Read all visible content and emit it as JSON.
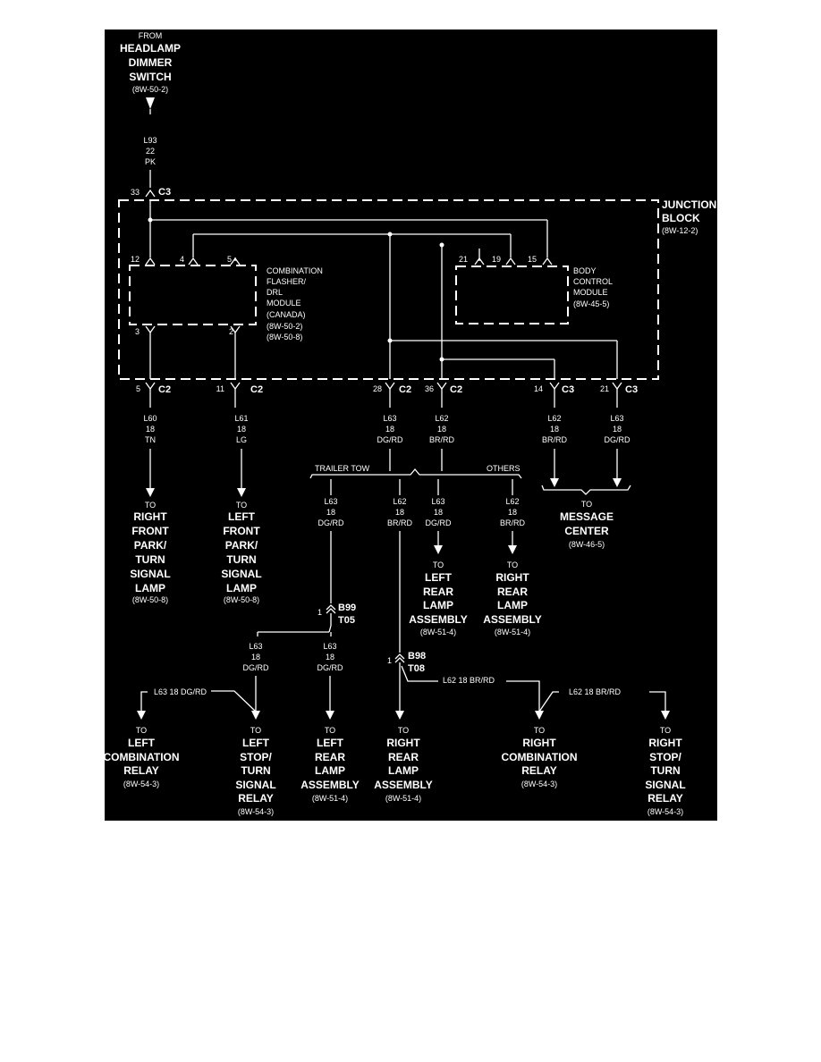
{
  "source": {
    "from": "FROM",
    "name1": "HEADLAMP",
    "name2": "DIMMER",
    "name3": "SWITCH",
    "ref": "(8W-50-2)"
  },
  "wire_top": {
    "circuit": "L93",
    "gauge": "22",
    "color": "PK"
  },
  "c3_top": {
    "pin": "33",
    "conn": "C3"
  },
  "junction_block": {
    "name1": "JUNCTION",
    "name2": "BLOCK",
    "ref": "(8W-12-2)"
  },
  "flasher": {
    "lines": [
      "COMBINATION",
      "FLASHER/",
      "DRL",
      "MODULE",
      "(CANADA)",
      "(8W-50-2)",
      "(8W-50-8)"
    ],
    "pins_top": [
      "12",
      "4",
      "5"
    ],
    "pins_bottom": [
      "3",
      "2"
    ]
  },
  "bcm": {
    "lines": [
      "BODY",
      "CONTROL",
      "MODULE",
      "(8W-45-5)"
    ],
    "pins": [
      "21",
      "19",
      "15"
    ]
  },
  "bottom_connectors": [
    {
      "pin": "5",
      "conn": "C2"
    },
    {
      "pin": "11",
      "conn": "C2"
    },
    {
      "pin": "28",
      "conn": "C2"
    },
    {
      "pin": "36",
      "conn": "C2"
    },
    {
      "pin": "14",
      "conn": "C3"
    },
    {
      "pin": "21",
      "conn": "C3"
    }
  ],
  "wires": [
    {
      "circuit": "L60",
      "gauge": "18",
      "color": "TN"
    },
    {
      "circuit": "L61",
      "gauge": "18",
      "color": "LG"
    },
    {
      "circuit": "L63",
      "gauge": "18",
      "color": "DG/RD"
    },
    {
      "circuit": "L62",
      "gauge": "18",
      "color": "BR/RD"
    },
    {
      "circuit": "L62",
      "gauge": "18",
      "color": "BR/RD"
    },
    {
      "circuit": "L63",
      "gauge": "18",
      "color": "DG/RD"
    }
  ],
  "destinations_upper": [
    {
      "to": "TO",
      "lines": [
        "RIGHT",
        "FRONT",
        "PARK/",
        "TURN",
        "SIGNAL",
        "LAMP"
      ],
      "ref": "(8W-50-8)"
    },
    {
      "to": "TO",
      "lines": [
        "LEFT",
        "FRONT",
        "PARK/",
        "TURN",
        "SIGNAL",
        "LAMP"
      ],
      "ref": "(8W-50-8)"
    }
  ],
  "message_center": {
    "to": "TO",
    "lines": [
      "MESSAGE",
      "CENTER"
    ],
    "ref": "(8W-46-5)"
  },
  "options": {
    "trailer": "TRAILER TOW",
    "others": "OTHERS"
  },
  "option_wires": [
    {
      "circuit": "L63",
      "gauge": "18",
      "color": "DG/RD"
    },
    {
      "circuit": "L62",
      "gauge": "18",
      "color": "BR/RD"
    },
    {
      "circuit": "L63",
      "gauge": "18",
      "color": "DG/RD"
    },
    {
      "circuit": "L62",
      "gauge": "18",
      "color": "BR/RD"
    }
  ],
  "rear_lamps": [
    {
      "to": "TO",
      "lines": [
        "LEFT",
        "REAR",
        "LAMP",
        "ASSEMBLY"
      ],
      "ref": "(8W-51-4)"
    },
    {
      "to": "TO",
      "lines": [
        "RIGHT",
        "REAR",
        "LAMP",
        "ASSEMBLY"
      ],
      "ref": "(8W-51-4)"
    }
  ],
  "splice_b99": {
    "pin": "1",
    "name1": "B99",
    "name2": "T05"
  },
  "splice_b98": {
    "pin": "1",
    "name1": "B98",
    "name2": "T08"
  },
  "lower_wires": [
    {
      "circuit": "L63",
      "gauge": "18",
      "color": "DG/RD"
    },
    {
      "circuit": "L63",
      "gauge": "18",
      "color": "DG/RD"
    }
  ],
  "horizontal_labels": {
    "left_comb": "L63    18 DG/RD",
    "b98_run": "L62    18 BR/RD",
    "right_comb": "L62    18 BR/RD"
  },
  "destinations_lower": [
    {
      "to": "TO",
      "lines": [
        "LEFT",
        "COMBINATION",
        "RELAY"
      ],
      "ref": "(8W-54-3)"
    },
    {
      "to": "TO",
      "lines": [
        "LEFT",
        "STOP/",
        "TURN",
        "SIGNAL",
        "RELAY"
      ],
      "ref": "(8W-54-3)"
    },
    {
      "to": "TO",
      "lines": [
        "LEFT",
        "REAR",
        "LAMP",
        "ASSEMBLY"
      ],
      "ref": "(8W-51-4)"
    },
    {
      "to": "TO",
      "lines": [
        "RIGHT",
        "REAR",
        "LAMP",
        "ASSEMBLY"
      ],
      "ref": "(8W-51-4)"
    },
    {
      "to": "TO",
      "lines": [
        "RIGHT",
        "COMBINATION",
        "RELAY"
      ],
      "ref": "(8W-54-3)"
    },
    {
      "to": "TO",
      "lines": [
        "RIGHT",
        "STOP/",
        "TURN",
        "SIGNAL",
        "RELAY"
      ],
      "ref": "(8W-54-3)"
    }
  ]
}
